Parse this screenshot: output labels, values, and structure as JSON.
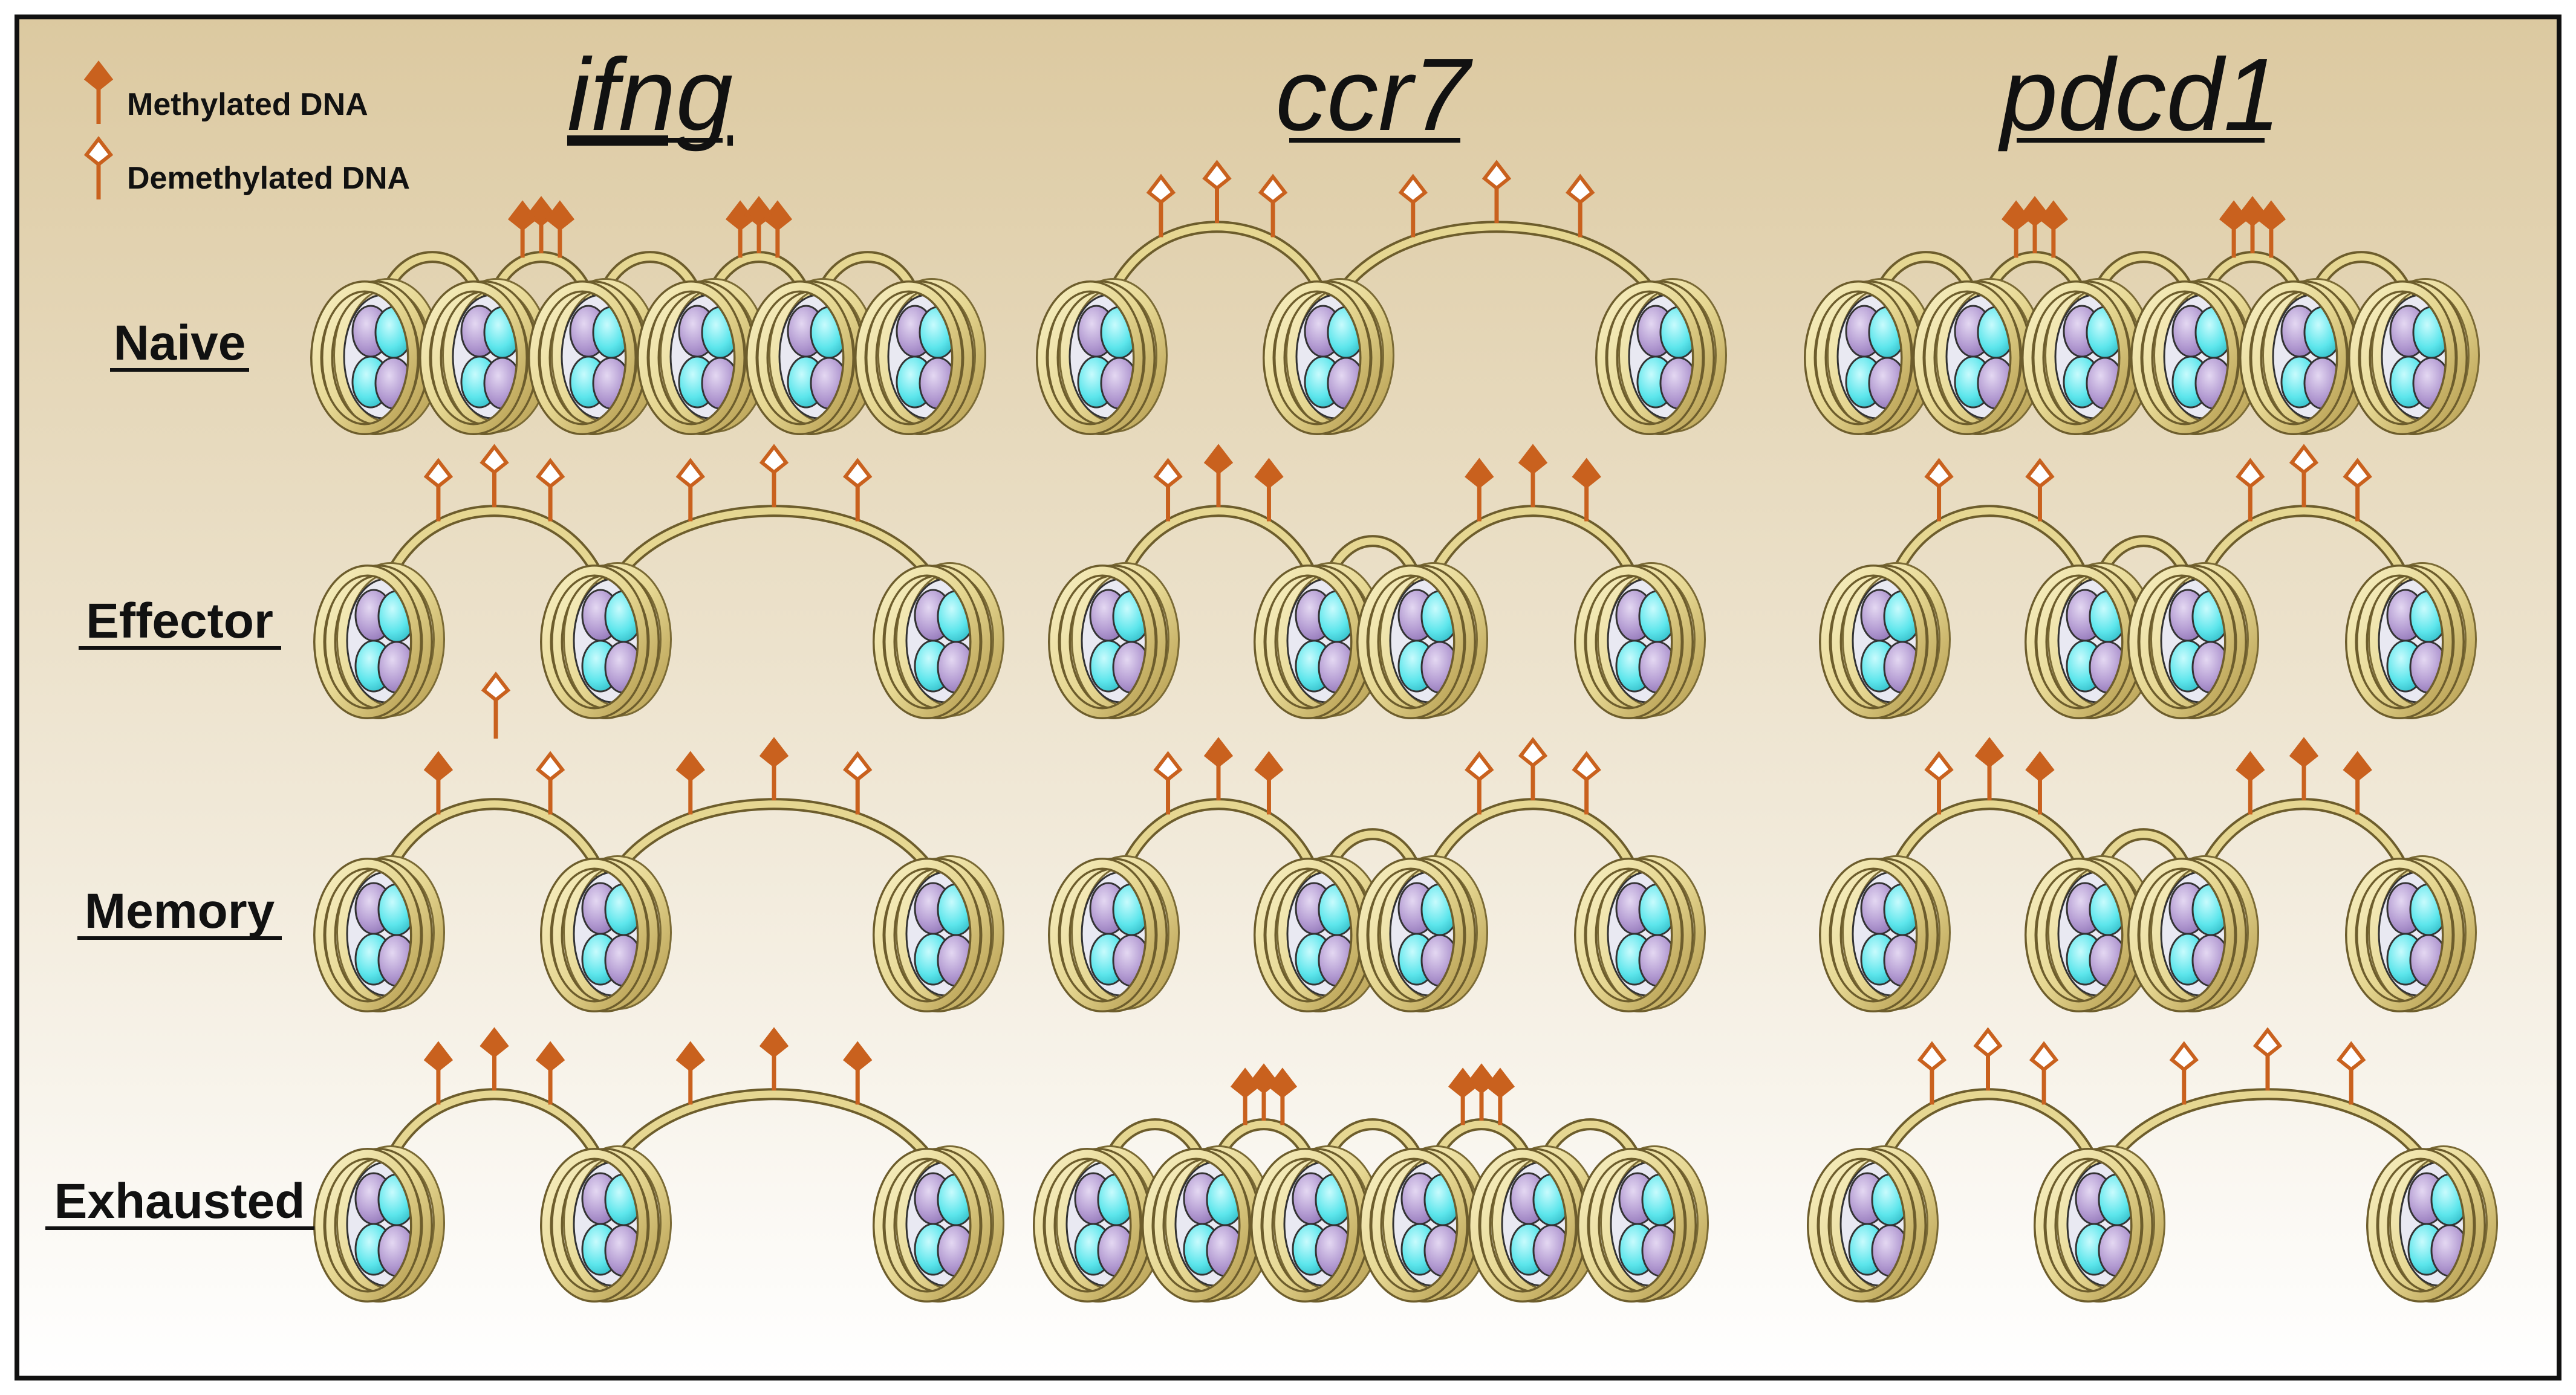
{
  "legend": {
    "methylated_label": "Methylated DNA",
    "demethylated_label": "Demethylated DNA"
  },
  "genes": [
    "ifng",
    "ccr7",
    "pdcd1"
  ],
  "cell_states": [
    "Naive",
    "Effector",
    "Memory",
    "Exhausted"
  ],
  "chromatin_states": {
    "ifng": [
      "compact",
      "open",
      "open",
      "open"
    ],
    "ccr7": [
      "open",
      "partial",
      "partial",
      "compact"
    ],
    "pdcd1": [
      "compact",
      "partial",
      "partial",
      "open"
    ]
  },
  "methylation_marks": {
    "ifng": [
      [
        [
          "M",
          "M",
          "M"
        ],
        [
          "M",
          "M",
          "M"
        ]
      ],
      [
        [
          "D",
          "D",
          "D"
        ],
        [
          "D",
          "D",
          "D"
        ]
      ],
      [
        [
          "M",
          "D"
        ],
        [
          "M",
          "M",
          "D"
        ]
      ],
      [
        [
          "M",
          "M",
          "M"
        ],
        [
          "M",
          "M",
          "M"
        ]
      ]
    ],
    "ccr7": [
      [
        [
          "D",
          "D",
          "D"
        ],
        [
          "D",
          "D",
          "D"
        ]
      ],
      [
        [
          "D",
          "M",
          "M"
        ],
        [
          "M",
          "M",
          "M"
        ]
      ],
      [
        [
          "D",
          "M",
          "M"
        ],
        [
          "D",
          "D",
          "D"
        ]
      ],
      [
        [
          "M",
          "M",
          "M"
        ],
        [
          "M",
          "M",
          "M"
        ]
      ]
    ],
    "pdcd1": [
      [
        [
          "M",
          "M",
          "M"
        ],
        [
          "M",
          "M",
          "M"
        ]
      ],
      [
        [
          "D",
          "D"
        ],
        [
          "D",
          "D",
          "D"
        ]
      ],
      [
        [
          "D",
          "M",
          "M"
        ],
        [
          "M",
          "M",
          "M"
        ]
      ],
      [
        [
          "D",
          "D",
          "D"
        ],
        [
          "D",
          "D",
          "D"
        ]
      ]
    ]
  },
  "colors": {
    "background_top": "#dcc9a0",
    "background_bottom": "#ffffff",
    "mark": "#c9611e",
    "histone_cyan": "#5de6ec",
    "histone_purple": "#b39bd2",
    "dna_gold": "#e6d792",
    "frame": "#111111"
  }
}
